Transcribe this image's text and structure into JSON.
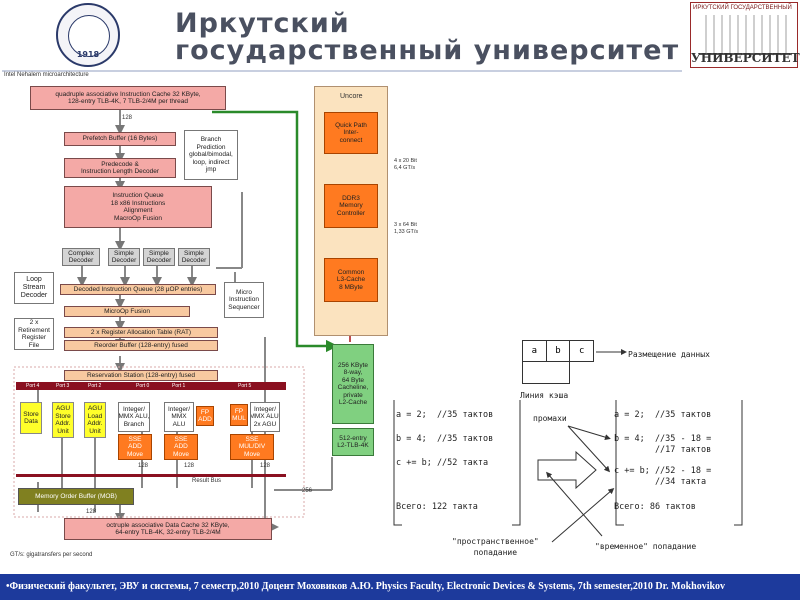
{
  "header": {
    "title_line1": "Иркутский",
    "title_line2": "государственный университет",
    "logo_left_year": "1918",
    "logo_right_top": "ИРКУТСКИЙ ГОСУДАРСТВЕННЫЙ",
    "logo_right_bottom": "УНИВЕРСИТЕТ"
  },
  "diagram": {
    "caption_top": "Intel Nehalem microarchitecture",
    "caption_bottom": "GT/s: gigatransfers per second",
    "icache": "quadruple associative Instruction Cache 32 KByte,\n128-entry TLB-4K, 7 TLB-2/4M per thread",
    "prefetch": "Prefetch Buffer (16 Bytes)",
    "branch": "Branch\nPrediction\nglobal/bimodal,\nloop, indirect\njmp",
    "predecode": "Predecode &\nInstruction Length Decoder",
    "iqueue": "Instruction Queue\n18 x86 Instructions\nAlignment\nMacroOp Fusion",
    "dec_complex": "Complex\nDecoder",
    "dec_simple": "Simple\nDecoder",
    "loop_stream": "Loop\nStream\nDecoder",
    "decoded_queue": "Decoded Instruction Queue (28 µOP entries)",
    "micro_seq": "Micro\nInstruction\nSequencer",
    "microop_fusion": "MicroOp Fusion",
    "retire": "2 x\nRetirement\nRegister\nFile",
    "rat": "2 x Register Allocation Table (RAT)",
    "rob": "Reorder Buffer (128-entry) fused",
    "rs": "Reservation Station (128-entry) fused",
    "ports": [
      "Port 4",
      "Port 3",
      "Port 2",
      "Port 0",
      "Port 1",
      "Port 5"
    ],
    "store_data": "Store\nData",
    "agu_store": "AGU\nStore\nAddr.\nUnit",
    "agu_load": "AGU\nLoad\nAddr.\nUnit",
    "int_alu0": "Integer/\nMMX ALU,\nBranch",
    "int_alu1": "Integer/\nMMX\nALU",
    "int_alu5": "Integer/\nMMX ALU,\n2x AGU",
    "fp_add": "FP\nADD",
    "fp_mul": "FP\nMUL",
    "sse0": "SSE\nADD\nMove",
    "sse1": "SSE\nADD\nMove",
    "sse5": "SSE\nMUL/DIV\nMove",
    "result_bus": "Result Bus",
    "mob": "Memory Order Buffer (MOB)",
    "dcache": "octruple associative Data Cache 32 KByte,\n64-entry TLB-4K, 32-entry TLB-2/4M",
    "uncore": "Uncore",
    "qpi": "Quick Path\nInter-\nconnect",
    "ddr3": "DDR3\nMemory\nController",
    "l3": "Common\nL3-Cache\n8 MByte",
    "l2": "256 KByte\n8-way,\n64 Byte\nCacheline,\nprivate\nL2-Cache",
    "l2tlb": "512-entry\nL2-TLB-4K",
    "qpi_speed": "4 x 20 Bit\n6,4 GT/s",
    "ddr_speed": "3 x 64 Bit\n1,33 GT/s",
    "bw_128": "128",
    "bw_256": "256"
  },
  "cache_example": {
    "cells": [
      "a",
      "b",
      "c"
    ],
    "data_placement": "Размещение данных",
    "cache_line": "Линия кэша",
    "left_code": [
      "a = 2;  //35 тактов",
      "b = 4;  //35 тактов",
      "c += b; //52 такта"
    ],
    "left_total": "Всего: 122 такта",
    "misses": "промахи",
    "right_code": [
      "a = 2;  //35 тактов",
      "b = 4;  //35 - 18 =",
      "        //17 тактов",
      "c += b; //52 - 18 =",
      "        //34 такта"
    ],
    "right_total": "Всего: 86 тактов",
    "spatial_hit": "\"пространственное\"\nпопадание",
    "temporal_hit": "\"временное\" попадание"
  },
  "footer": {
    "text": "•Физический факультет, ЭВУ и системы, 7 семестр,2010 Доцент Моховиков А.Ю.      Physics Faculty, Electronic Devices & Systems, 7th semester,2010   Dr. Mokhovikov"
  }
}
